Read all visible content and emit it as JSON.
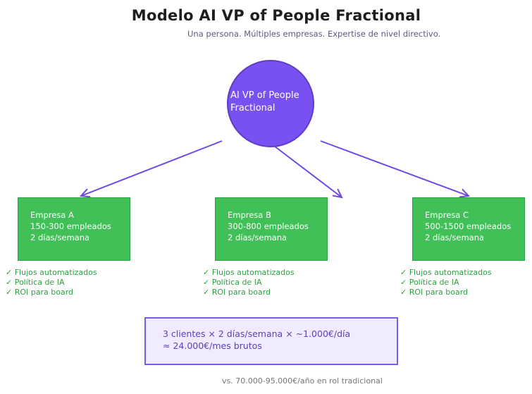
{
  "title": "Modelo AI VP of People Fractional",
  "subtitle": "Una persona. Múltiples empresas. Expertise de nivel directivo.",
  "hub": {
    "line1": "AI VP of People",
    "line2": "Fractional"
  },
  "companies": [
    {
      "name": "Empresa A",
      "size": "150-300 empleados",
      "schedule": "2 días/semana",
      "checks": [
        "✓ Flujos automatizados",
        "✓ Política de IA",
        "✓ ROI para board"
      ]
    },
    {
      "name": "Empresa B",
      "size": "300-800 empleados",
      "schedule": "2 días/semana",
      "checks": [
        "✓ Flujos automatizados",
        "✓ Política de IA",
        "✓ ROI para board"
      ]
    },
    {
      "name": "Empresa C",
      "size": "500-1500 empleados",
      "schedule": "2 días/semana",
      "checks": [
        "✓ Flujos automatizados",
        "✓ Política de IA",
        "✓ ROI para board"
      ]
    }
  ],
  "formula": {
    "line1": "3 clientes × 2 días/semana × ~1.000€/día",
    "line2": "≈ 24.000€/mes brutos"
  },
  "footnote": "vs. 70.000-95.000€/año en rol tradicional",
  "colors": {
    "hub": "#7950f2",
    "company": "#40c057",
    "check": "#2f9e44",
    "formula_bg": "#f0ebff",
    "arrow": "#7048e8"
  }
}
